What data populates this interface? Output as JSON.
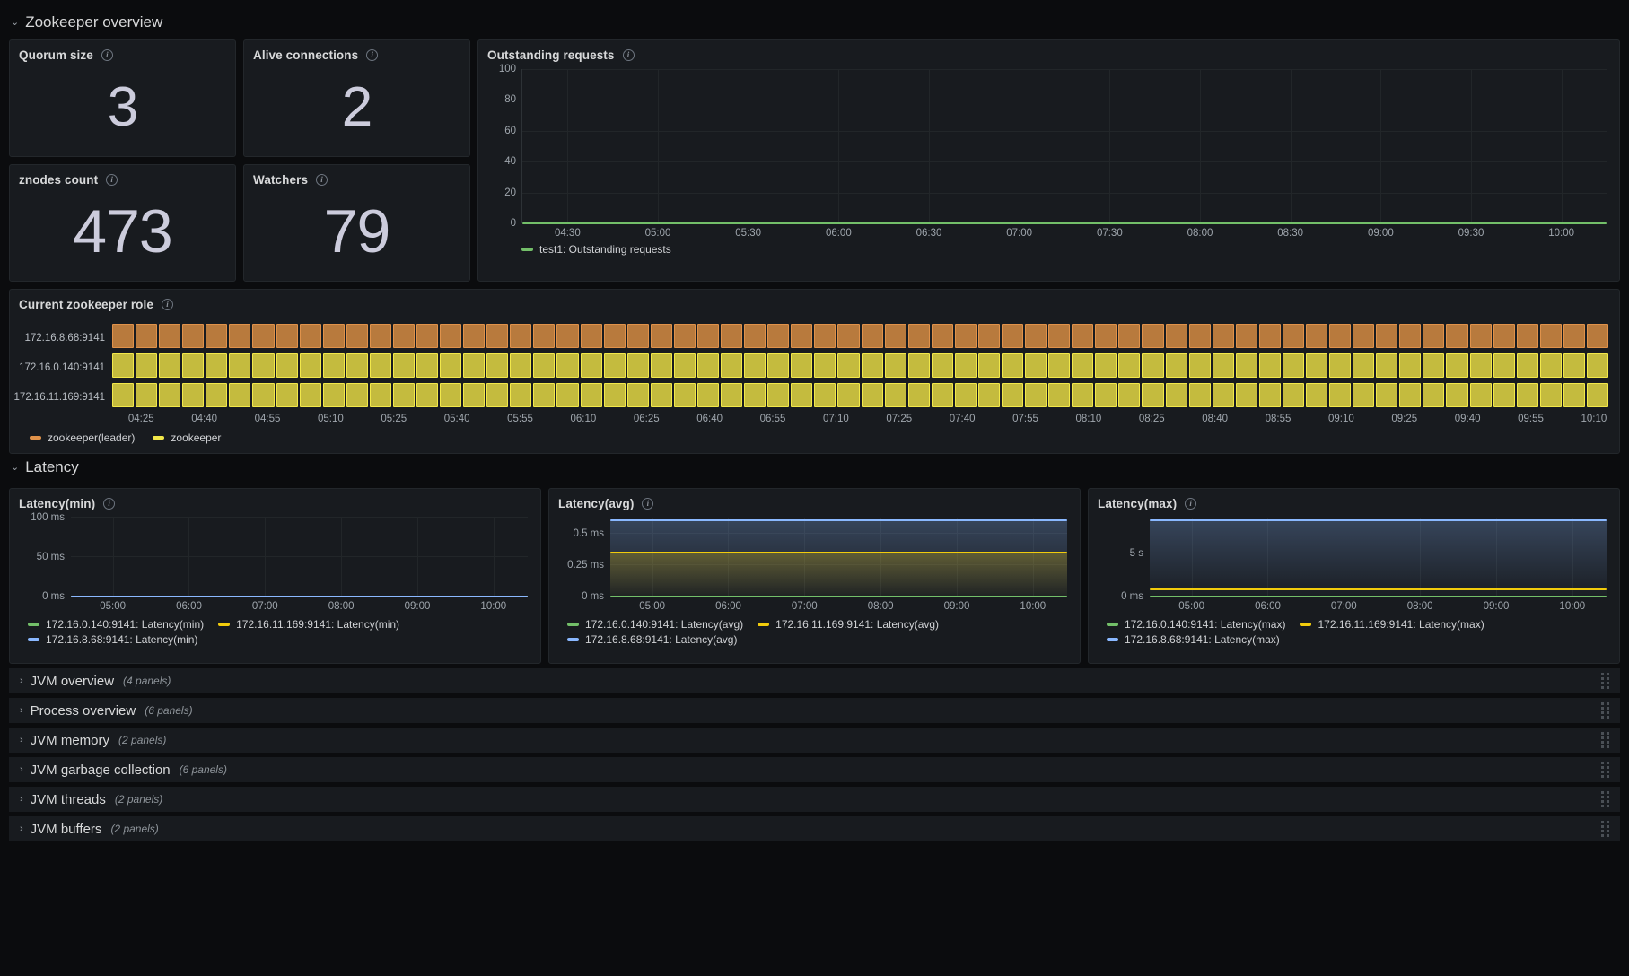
{
  "rows": {
    "zookeeper_overview": {
      "title": "Zookeeper overview",
      "chevron": "⌄"
    },
    "latency": {
      "title": "Latency",
      "chevron": "⌄"
    }
  },
  "stats": [
    {
      "title": "Quorum size",
      "value": "3"
    },
    {
      "title": "Alive connections",
      "value": "2"
    },
    {
      "title": "znodes count",
      "value": "473"
    },
    {
      "title": "Watchers",
      "value": "79"
    }
  ],
  "outstanding": {
    "title": "Outstanding requests",
    "chart_data": {
      "type": "line",
      "title": "Outstanding requests",
      "xlabel": "",
      "ylabel": "",
      "ylim": [
        0,
        100
      ],
      "yticks": [
        "0",
        "20",
        "40",
        "60",
        "80",
        "100"
      ],
      "xticks": [
        "04:30",
        "05:00",
        "05:30",
        "06:00",
        "06:30",
        "07:00",
        "07:30",
        "08:00",
        "08:30",
        "09:00",
        "09:30",
        "10:00"
      ],
      "grid": true,
      "legend_position": "bottom",
      "series": [
        {
          "name": "test1: Outstanding requests",
          "color": "#73bf69",
          "constant_value": 0
        }
      ]
    },
    "legend": [
      {
        "label": "test1: Outstanding requests",
        "color": "#73bf69"
      }
    ]
  },
  "timeline": {
    "title": "Current zookeeper role",
    "chart_data": {
      "type": "heatmap",
      "title": "Current zookeeper role",
      "rows": [
        "172.16.8.68:9141",
        "172.16.0.140:9141",
        "172.16.11.169:9141"
      ],
      "states": [
        "zookeeper(leader)",
        "zookeeper",
        "zookeeper"
      ],
      "segments": 64,
      "xticks": [
        "04:25",
        "04:40",
        "04:55",
        "05:10",
        "05:25",
        "05:40",
        "05:55",
        "06:10",
        "06:25",
        "06:40",
        "06:55",
        "07:10",
        "07:25",
        "07:40",
        "07:55",
        "08:10",
        "08:25",
        "08:40",
        "08:55",
        "09:10",
        "09:25",
        "09:40",
        "09:55",
        "10:10"
      ]
    },
    "row_labels": [
      "172.16.8.68:9141",
      "172.16.0.140:9141",
      "172.16.11.169:9141"
    ],
    "row_colors": [
      "#b87a3d",
      "#c4bb3e",
      "#c4bb3e"
    ],
    "row_borders": [
      "#e0924a",
      "#f2e84a",
      "#f2e84a"
    ],
    "xticks": [
      "04:25",
      "04:40",
      "04:55",
      "05:10",
      "05:25",
      "05:40",
      "05:55",
      "06:10",
      "06:25",
      "06:40",
      "06:55",
      "07:10",
      "07:25",
      "07:40",
      "07:55",
      "08:10",
      "08:25",
      "08:40",
      "08:55",
      "09:10",
      "09:25",
      "09:40",
      "09:55",
      "10:10"
    ],
    "legend": [
      {
        "label": "zookeeper(leader)",
        "color": "#e0924a"
      },
      {
        "label": "zookeeper",
        "color": "#f2e84a"
      }
    ]
  },
  "latency_panels": [
    {
      "title": "Latency(min)",
      "chart_data": {
        "type": "line",
        "title": "Latency(min)",
        "ylim": [
          0,
          100
        ],
        "yunit": "ms",
        "yticks": [
          "0 ms",
          "50 ms",
          "100 ms"
        ],
        "xticks": [
          "05:00",
          "06:00",
          "07:00",
          "08:00",
          "09:00",
          "10:00"
        ],
        "series": [
          {
            "name": "172.16.0.140:9141: Latency(min)",
            "color": "#73bf69",
            "constant_value": 0
          },
          {
            "name": "172.16.11.169:9141: Latency(min)",
            "color": "#f2cc0c",
            "constant_value": 0
          },
          {
            "name": "172.16.8.68:9141: Latency(min)",
            "color": "#8ab8ff",
            "constant_value": 0
          }
        ]
      },
      "yticks": [
        {
          "label": "100 ms",
          "pos": 100
        },
        {
          "label": "50 ms",
          "pos": 50
        },
        {
          "label": "0 ms",
          "pos": 0
        }
      ],
      "xticks": [
        "05:00",
        "06:00",
        "07:00",
        "08:00",
        "09:00",
        "10:00"
      ],
      "lines": [
        {
          "color": "#73bf69",
          "pos": 0,
          "fill": false
        },
        {
          "color": "#f2cc0c",
          "pos": 0,
          "fill": false
        },
        {
          "color": "#8ab8ff",
          "pos": 0,
          "fill": false
        }
      ],
      "legend": [
        {
          "label": "172.16.0.140:9141: Latency(min)",
          "color": "#73bf69"
        },
        {
          "label": "172.16.11.169:9141: Latency(min)",
          "color": "#f2cc0c"
        },
        {
          "label": "172.16.8.68:9141: Latency(min)",
          "color": "#8ab8ff"
        }
      ]
    },
    {
      "title": "Latency(avg)",
      "chart_data": {
        "type": "area",
        "title": "Latency(avg)",
        "ylim": [
          0,
          0.625
        ],
        "yunit": "ms",
        "yticks": [
          "0 ms",
          "0.25 ms",
          "0.5 ms"
        ],
        "xticks": [
          "05:00",
          "06:00",
          "07:00",
          "08:00",
          "09:00",
          "10:00"
        ],
        "series": [
          {
            "name": "172.16.0.140:9141: Latency(avg)",
            "color": "#73bf69",
            "constant_value": 0
          },
          {
            "name": "172.16.11.169:9141: Latency(avg)",
            "color": "#f2cc0c",
            "constant_value": 0.35
          },
          {
            "name": "172.16.8.68:9141: Latency(avg)",
            "color": "#8ab8ff",
            "constant_value": 0.6
          }
        ]
      },
      "yticks": [
        {
          "label": "0.5 ms",
          "pos": 80
        },
        {
          "label": "0.25 ms",
          "pos": 40
        },
        {
          "label": "0 ms",
          "pos": 0
        }
      ],
      "xticks": [
        "05:00",
        "06:00",
        "07:00",
        "08:00",
        "09:00",
        "10:00"
      ],
      "lines": [
        {
          "color": "#8ab8ff",
          "pos": 97,
          "fill": true
        },
        {
          "color": "#f2cc0c",
          "pos": 56,
          "fill": true
        },
        {
          "color": "#73bf69",
          "pos": 0,
          "fill": false
        }
      ],
      "legend": [
        {
          "label": "172.16.0.140:9141: Latency(avg)",
          "color": "#73bf69"
        },
        {
          "label": "172.16.11.169:9141: Latency(avg)",
          "color": "#f2cc0c"
        },
        {
          "label": "172.16.8.68:9141: Latency(avg)",
          "color": "#8ab8ff"
        }
      ]
    },
    {
      "title": "Latency(max)",
      "chart_data": {
        "type": "area",
        "title": "Latency(max)",
        "ylim": [
          0,
          9
        ],
        "yunit": "s",
        "yticks": [
          "0 ms",
          "5 s"
        ],
        "xticks": [
          "05:00",
          "06:00",
          "07:00",
          "08:00",
          "09:00",
          "10:00"
        ],
        "series": [
          {
            "name": "172.16.0.140:9141: Latency(max)",
            "color": "#73bf69",
            "constant_value": 0
          },
          {
            "name": "172.16.11.169:9141: Latency(max)",
            "color": "#f2cc0c",
            "constant_value": 0.3
          },
          {
            "name": "172.16.8.68:9141: Latency(max)",
            "color": "#8ab8ff",
            "constant_value": 9
          }
        ]
      },
      "yticks": [
        {
          "label": "5 s",
          "pos": 55
        },
        {
          "label": "0 ms",
          "pos": 0
        }
      ],
      "xticks": [
        "05:00",
        "06:00",
        "07:00",
        "08:00",
        "09:00",
        "10:00"
      ],
      "lines": [
        {
          "color": "#8ab8ff",
          "pos": 97,
          "fill": true
        },
        {
          "color": "#f2cc0c",
          "pos": 9,
          "fill": false
        },
        {
          "color": "#73bf69",
          "pos": 0,
          "fill": false
        }
      ],
      "legend": [
        {
          "label": "172.16.0.140:9141: Latency(max)",
          "color": "#73bf69"
        },
        {
          "label": "172.16.11.169:9141: Latency(max)",
          "color": "#f2cc0c"
        },
        {
          "label": "172.16.8.68:9141: Latency(max)",
          "color": "#8ab8ff"
        }
      ]
    }
  ],
  "collapsed_rows": [
    {
      "title": "JVM overview",
      "count": "(4 panels)",
      "chevron": "›"
    },
    {
      "title": "Process overview",
      "count": "(6 panels)",
      "chevron": "›"
    },
    {
      "title": "JVM memory",
      "count": "(2 panels)",
      "chevron": "›"
    },
    {
      "title": "JVM garbage collection",
      "count": "(6 panels)",
      "chevron": "›"
    },
    {
      "title": "JVM threads",
      "count": "(2 panels)",
      "chevron": "›"
    },
    {
      "title": "JVM buffers",
      "count": "(2 panels)",
      "chevron": "›"
    }
  ]
}
